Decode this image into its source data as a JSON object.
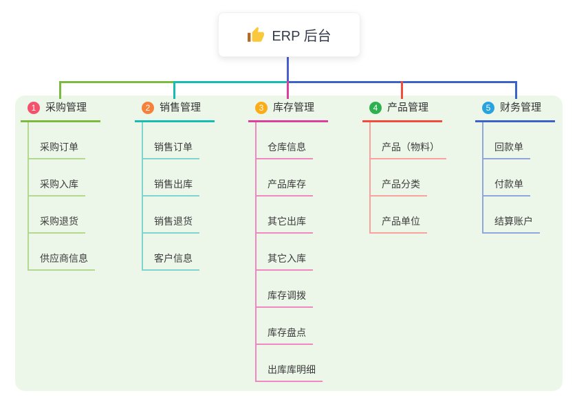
{
  "root": {
    "title": "ERP 后台",
    "icon": "thumbs-up-icon",
    "icon_colors": {
      "hand": "#f9c83c",
      "sleeve": "#b06a24"
    }
  },
  "panel": {
    "background": "#ecf7e9"
  },
  "connector": {
    "center_color": "#4a5ed1"
  },
  "branches": [
    {
      "num": "1",
      "title": "采购管理",
      "badge_color": "#f4516c",
      "line_color": "#7cb93f",
      "tint_color": "#b3d98f",
      "items": [
        "采购订单",
        "采购入库",
        "采购退货",
        "供应商信息"
      ]
    },
    {
      "num": "2",
      "title": "销售管理",
      "badge_color": "#f6813b",
      "line_color": "#16bcb2",
      "tint_color": "#7cd5ce",
      "items": [
        "销售订单",
        "销售出库",
        "销售退货",
        "客户信息"
      ]
    },
    {
      "num": "3",
      "title": "库存管理",
      "badge_color": "#fbad18",
      "line_color": "#dd3d9b",
      "tint_color": "#ef87c0",
      "items": [
        "仓库信息",
        "产品库存",
        "其它出库",
        "其它入库",
        "库存调拨",
        "库存盘点",
        "出库库明细"
      ]
    },
    {
      "num": "4",
      "title": "产品管理",
      "badge_color": "#2db14e",
      "line_color": "#f44c3c",
      "tint_color": "#f8a29b",
      "items": [
        "产品（物料）",
        "产品分类",
        "产品单位"
      ]
    },
    {
      "num": "5",
      "title": "财务管理",
      "badge_color": "#29a3dd",
      "line_color": "#3a62c8",
      "tint_color": "#8fa6dc",
      "items": [
        "回款单",
        "付款单",
        "结算账户"
      ]
    }
  ]
}
